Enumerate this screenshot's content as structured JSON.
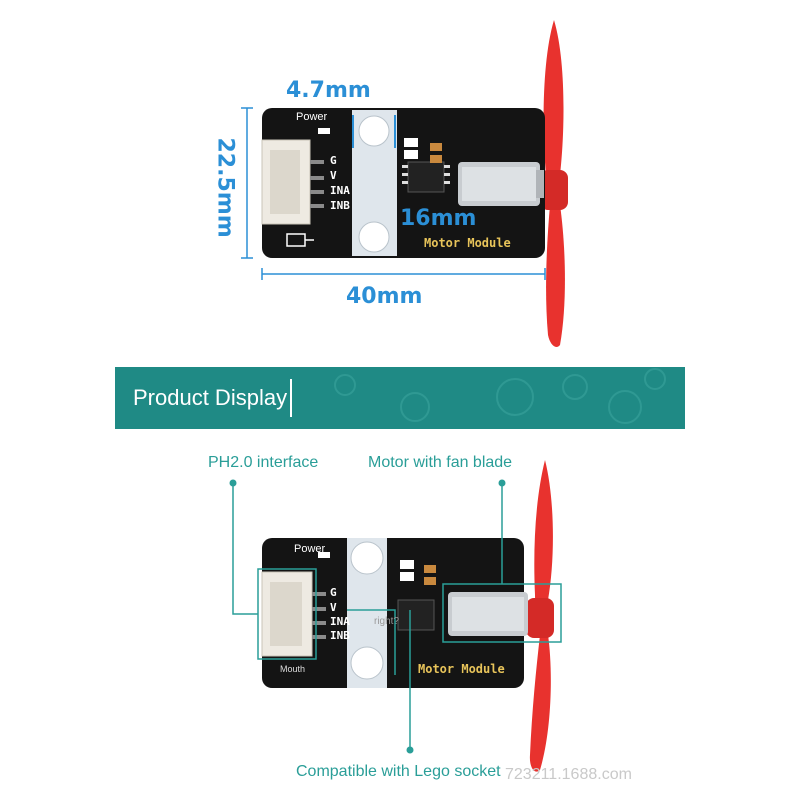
{
  "top_section": {
    "dim_hole_spacing": "4.7mm",
    "dim_height": "22.5mm",
    "dim_bracket_width": "16mm",
    "dim_width": "40mm"
  },
  "board": {
    "power_label": "Power",
    "pins": [
      "G",
      "V",
      "INA",
      "INB"
    ],
    "module_label": "Motor Module",
    "mouth_label": "Mouth",
    "right_label": "right?"
  },
  "banner": {
    "title": "Product Display"
  },
  "bottom_section": {
    "callout_interface": "PH2.0 interface",
    "callout_motor": "Motor with fan blade",
    "callout_lego": "Compatible with Lego socket"
  },
  "watermark": "723211.1688.com",
  "colors": {
    "accent_dimension": "#2b8fd6",
    "accent_callout": "#2a9e98",
    "banner_bg": "#1f8a85",
    "pcb": "#141414",
    "propeller": "#e8322e"
  }
}
